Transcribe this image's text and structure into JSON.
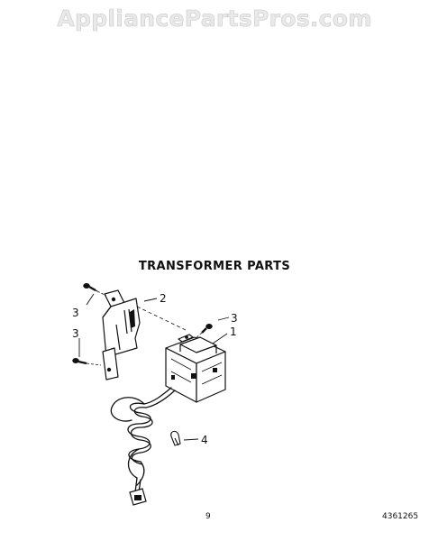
{
  "watermark": "AppliancePartsPros.com",
  "title": "TRANSFORMER PARTS",
  "callouts": {
    "transformer": "1",
    "bracket": "2",
    "screw_top_right": "3",
    "screw_top_left": "3",
    "screw_bottom_left": "3",
    "clip": "4"
  },
  "footer": {
    "page_number": "9",
    "document_number": "4361265"
  }
}
